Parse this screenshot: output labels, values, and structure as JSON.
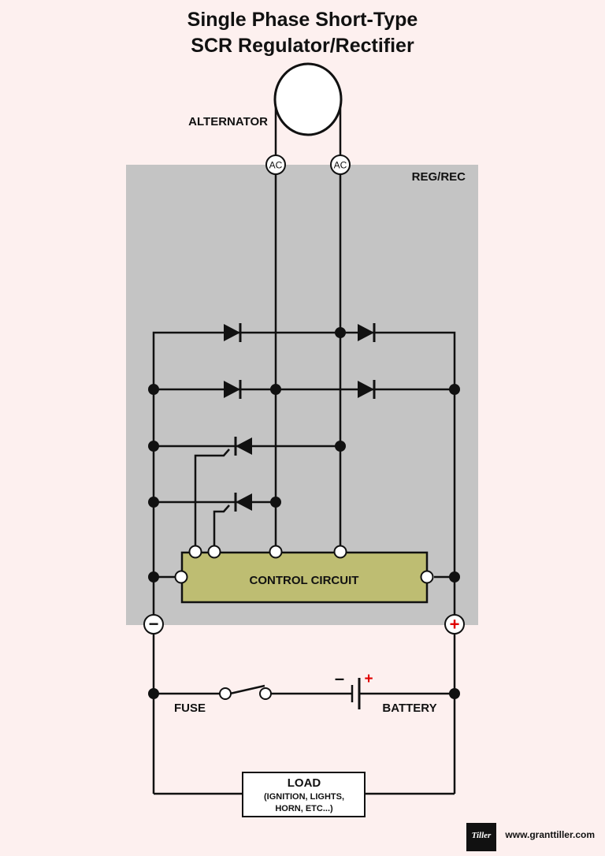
{
  "title": {
    "line1": "Single Phase Short-Type",
    "line2": "SCR Regulator/Rectifier"
  },
  "labels": {
    "alternator": "ALTERNATOR",
    "ac_left": "AC",
    "ac_right": "AC",
    "regrec": "REG/REC",
    "control_circuit": "CONTROL CIRCUIT",
    "fuse": "FUSE",
    "battery": "BATTERY",
    "battery_minus": "–",
    "battery_plus": "+",
    "terminal_minus": "−",
    "terminal_plus": "+",
    "load_title": "LOAD",
    "load_line2": "(IGNITION, LIGHTS,",
    "load_line3": "HORN, ETC...)"
  },
  "footer": {
    "logo_text": "Tiller",
    "website": "www.granttiller.com"
  },
  "colors": {
    "background": "#fdf0ef",
    "regrec_box": "#c4c4c4",
    "control_circuit": "#bebd72",
    "plus_red": "#e00000",
    "wire": "#111111"
  }
}
